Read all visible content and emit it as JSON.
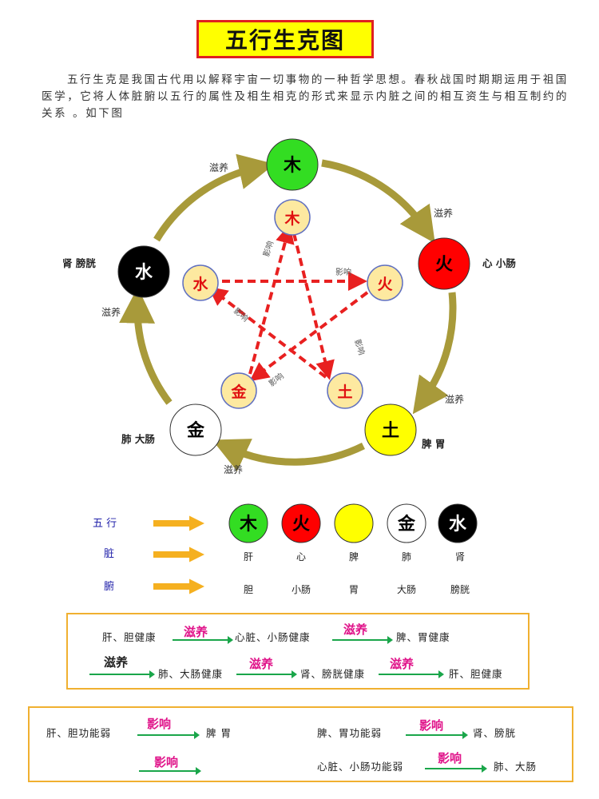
{
  "title": "五行生克图",
  "intro": "五行生克是我国古代用以解释宇宙一切事物的一种哲学思想。春秋战国时期期运用于祖国医学，它将人体脏腑以五行的属性及相生相克的形式来显示内脏之间的相互资生与相互制约的关系 。如下图",
  "cycle": {
    "nodes": [
      {
        "char": "木",
        "color": "#33dd22",
        "text_color": "#000000"
      },
      {
        "char": "火",
        "color": "#ff0000",
        "text_color": "#000000"
      },
      {
        "char": "土",
        "color": "#ffff00",
        "text_color": "#000000"
      },
      {
        "char": "金",
        "color": "#ffffff",
        "text_color": "#000000"
      },
      {
        "char": "水",
        "color": "#000000",
        "text_color": "#ffffff"
      }
    ],
    "nourish_label": "滋养",
    "organs": {
      "fire": "心 小肠",
      "earth": "脾 胃",
      "metal": "肺 大肠",
      "water": "肾 膀胱"
    },
    "inner": {
      "wood": "木",
      "fire": "火",
      "earth": "土",
      "metal": "金",
      "water": "水"
    },
    "influence_label": "影响"
  },
  "table": {
    "row_labels": [
      "五 行",
      "脏",
      "腑"
    ],
    "elements": [
      {
        "char": "木",
        "color": "#33dd22",
        "text_color": "#000000",
        "zang": "肝",
        "fu": "胆"
      },
      {
        "char": "火",
        "color": "#ff0000",
        "text_color": "#000000",
        "zang": "心",
        "fu": "小肠"
      },
      {
        "char": "",
        "color": "#ffff00",
        "text_color": "#000000",
        "zang": "脾",
        "fu": "胃"
      },
      {
        "char": "金",
        "color": "#ffffff",
        "text_color": "#000000",
        "zang": "肺",
        "fu": "大肠"
      },
      {
        "char": "水",
        "color": "#000000",
        "text_color": "#ffffff",
        "zang": "肾",
        "fu": "膀胱"
      }
    ]
  },
  "box1": {
    "r1_a": "肝、胆健康",
    "r1_v1": "滋养",
    "r1_b": "心脏、小肠健康",
    "r1_v2": "滋养",
    "r1_c": "脾、胃健康",
    "r2_v0": "滋养",
    "r2_a": "肺、大肠健康",
    "r2_v1": "滋养",
    "r2_b": "肾、膀胱健康",
    "r2_v2": "滋养",
    "r2_c": "肝、胆健康"
  },
  "box2": {
    "l1_a": "肝、胆功能弱",
    "l1_v": "影响",
    "l1_b": "脾 胃",
    "l2_v": "影响",
    "r1_a": "脾、胃功能弱",
    "r1_v": "影响",
    "r1_b": "肾、膀胱",
    "r2_a": "心脏、小肠功能弱",
    "r2_v": "影响",
    "r2_b": "肺、大肠"
  }
}
